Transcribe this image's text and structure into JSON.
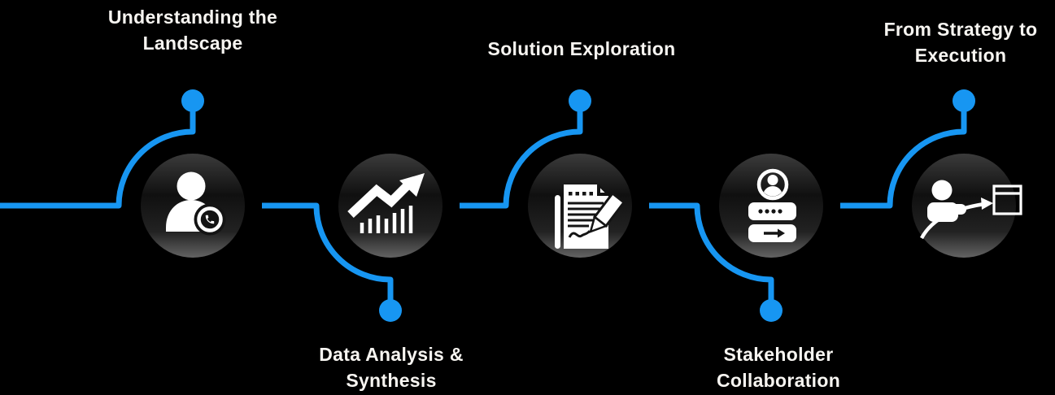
{
  "diagram": {
    "type": "horizontal-process-timeline",
    "step_count": 5,
    "steps": [
      {
        "label": "Understanding the Landscape",
        "label_lines": [
          "Understanding the",
          "Landscape"
        ],
        "label_position": "top",
        "icon": "user-contact-phone-icon"
      },
      {
        "label": "Data Analysis & Synthesis",
        "label_lines": [
          "Data Analysis &",
          "Synthesis"
        ],
        "label_position": "bottom",
        "icon": "growth-chart-arrow-icon"
      },
      {
        "label": "Solution Exploration",
        "label_lines": [
          "Solution Exploration"
        ],
        "label_position": "top",
        "icon": "contract-signing-icon"
      },
      {
        "label": "Stakeholder Collaboration",
        "label_lines": [
          "Stakeholder",
          "Collaboration"
        ],
        "label_position": "bottom",
        "icon": "user-login-fields-icon"
      },
      {
        "label": "From Strategy to Execution",
        "label_lines": [
          "From Strategy to",
          "Execution"
        ],
        "label_position": "top",
        "icon": "user-to-app-window-icon"
      }
    ],
    "colors": {
      "background": "#000000",
      "accent": "#1796F2",
      "ring": "#BCBCBC",
      "text": "#F7F5F1",
      "icon": "#FFFFFF"
    }
  }
}
